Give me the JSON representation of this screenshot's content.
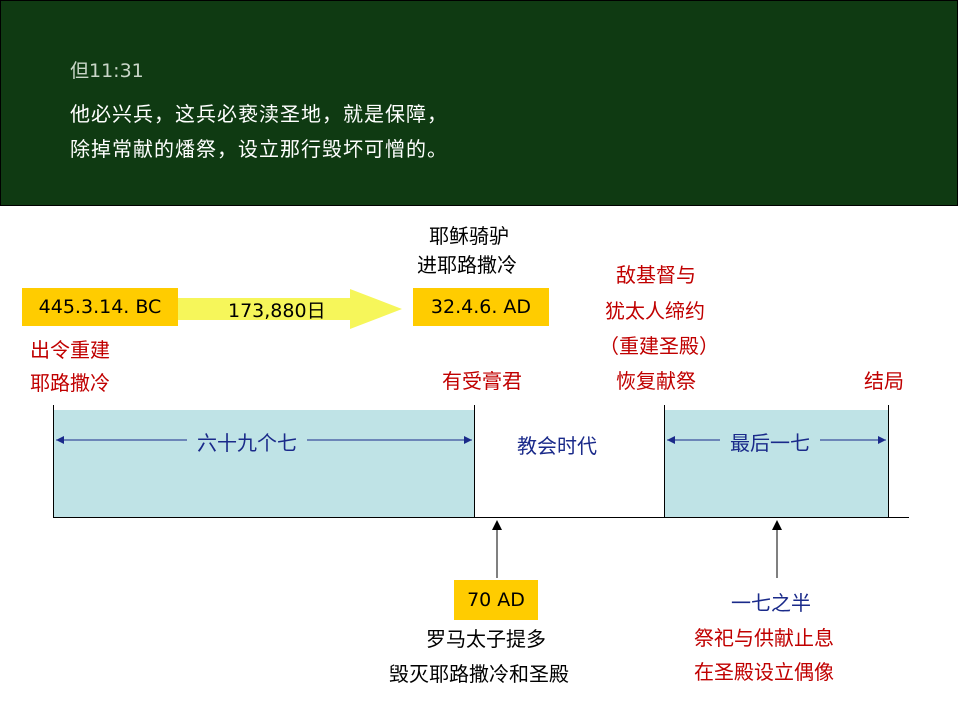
{
  "header": {
    "reference": "但11:31",
    "verse_line1": "他必兴兵，这兵必亵渎圣地，就是保障，",
    "verse_line2": "除掉常献的燔祭，设立那行毁坏可憎的。"
  },
  "timeline": {
    "start_date": "445.3.14. BC",
    "start_note1": "出令重建",
    "start_note2": "耶路撒冷",
    "interval_days": "173,880日",
    "entry_note1": "耶稣骑驴",
    "entry_note2": "进耶路撒冷",
    "entry_date": "32.4.6. AD",
    "cut_off": "有受膏君",
    "covenant1": "敌基督与",
    "covenant2": "犹太人缔约",
    "covenant3": "（重建圣殿）",
    "covenant4": "恢复献祭",
    "end_label": "结局",
    "sixty_nine_weeks": "六十九个七",
    "church_age": "教会时代",
    "last_week": "最后一七",
    "destruction_date": "70 AD",
    "destruction_note1": "罗马太子提多",
    "destruction_note2": "毁灭耶路撒冷和圣殿",
    "midpoint_label": "一七之半",
    "midpoint_note1": "祭祀与供献止息",
    "midpoint_note2": "在圣殿设立偶像"
  },
  "colors": {
    "header_bg": "#0f3a12",
    "highlight_box": "#ffcc00",
    "band": "#bfe3e6",
    "red_text": "#c00000",
    "blue_text": "#1a2a8a",
    "arrow_yellow": "#f6f65a"
  }
}
